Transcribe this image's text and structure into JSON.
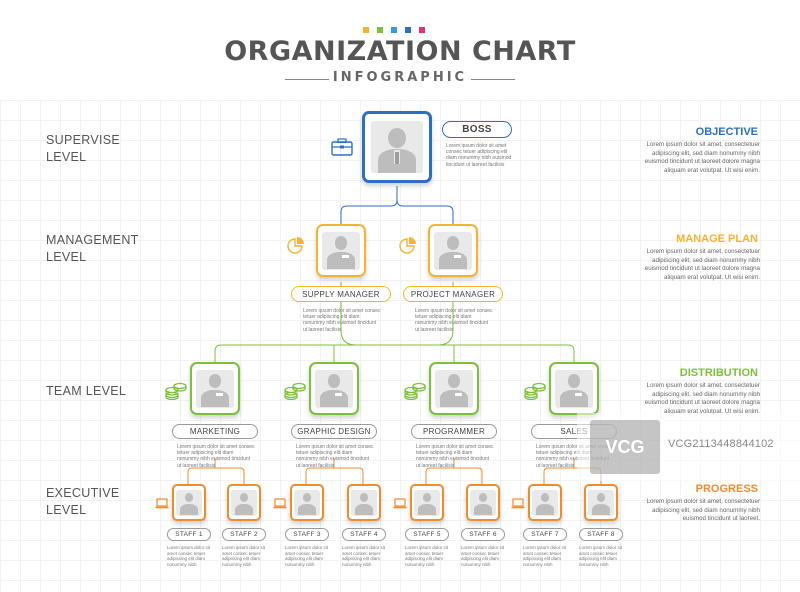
{
  "colors": {
    "blue": "#2f6fbf",
    "yellow": "#f3b531",
    "green": "#7cbf3c",
    "orange": "#ef8c2c",
    "dots": [
      "#f3b531",
      "#7cbf3c",
      "#2f9fd9",
      "#2f6fbf",
      "#e0337a"
    ]
  },
  "header": {
    "title": "ORGANIZATION CHART",
    "subtitle": "INFOGRAPHIC"
  },
  "levels": {
    "supervise": [
      "SUPERVISE",
      "LEVEL"
    ],
    "management": [
      "MANAGEMENT",
      "LEVEL"
    ],
    "team": "TEAM LEVEL",
    "executive": [
      "EXECUTIVE",
      "LEVEL"
    ]
  },
  "right_panel": {
    "objective": {
      "title": "OBJECTIVE",
      "text": "Lorem ipsum dolor sit amet, consectetuer adipiscing elit, sed diam nonummy nibh euismod tincidunt ut laoreet dolore magna aliquam erat volutpat. Ut wisi enim."
    },
    "manage_plan": {
      "title": "MANAGE PLAN",
      "text": "Lorem ipsum dolor sit amet, consectetuer adipiscing elit, sed diam nonummy nibh euismod tincidunt ut laoreet dolore magna aliquam erat volutpat. Ut wisi enim."
    },
    "distribution": {
      "title": "DISTRIBUTION",
      "text": "Lorem ipsum dolor sit amet, consectetuer adipiscing elit, sed diam nonummy nibh euismod tincidunt ut laoreet dolore magna aliquam erat volutpat. Ut wisi enim."
    },
    "progress": {
      "title": "PROGRESS",
      "text": "Lorem ipsum dolor sit amet, consectetuer adipiscing elit, sed diam nonummy nibh euismod tincidunt ut laoreet."
    }
  },
  "boss": {
    "label": "BOSS",
    "text": "Lorem ipsum dolor sit amet consec tetuer adipiscing elit diam nonummy nibh euismod tincidunt ut laoreet facilisis"
  },
  "managers": [
    {
      "label": "SUPPLY MANAGER",
      "text": "Lorem ipsum dolor sit amet consec tetuer adipiscing elit diam nonummy nibh euismod tincidunt ut laoreet facilisis"
    },
    {
      "label": "PROJECT MANAGER",
      "text": "Lorem ipsum dolor sit amet consec tetuer adipiscing elit diam nonummy nibh euismod tincidunt ut laoreet facilisis"
    }
  ],
  "teams": [
    {
      "label": "MARKETING",
      "text": "Lorem ipsum dolor sit amet consec tetuer adipiscing elit diam nonummy nibh euismod tincidunt ut laoreet facilisis"
    },
    {
      "label": "GRAPHIC DESIGN",
      "text": "Lorem ipsum dolor sit amet consec tetuer adipiscing elit diam nonummy nibh euismod tincidunt ut laoreet facilisis"
    },
    {
      "label": "PROGRAMMER",
      "text": "Lorem ipsum dolor sit amet consec tetuer adipiscing elit diam nonummy nibh euismod tincidunt ut laoreet facilisis"
    },
    {
      "label": "SALES",
      "text": "Lorem ipsum dolor sit amet consec tetuer adipiscing elit diam nonummy nibh euismod tincidunt ut laoreet facilisis"
    }
  ],
  "staff": [
    {
      "label": "STAFF 1",
      "text": "Lorem ipsum dolor sit amet consec tetuer adipiscing elit diam nonummy nibh"
    },
    {
      "label": "STAFF 2",
      "text": "Lorem ipsum dolor sit amet consec tetuer adipiscing elit diam nonummy nibh"
    },
    {
      "label": "STAFF 3",
      "text": "Lorem ipsum dolor sit amet consec tetuer adipiscing elit diam nonummy nibh"
    },
    {
      "label": "STAFF 4",
      "text": "Lorem ipsum dolor sit amet consec tetuer adipiscing elit diam nonummy nibh"
    },
    {
      "label": "STAFF 5",
      "text": "Lorem ipsum dolor sit amet consec tetuer adipiscing elit diam nonummy nibh"
    },
    {
      "label": "STAFF 6",
      "text": "Lorem ipsum dolor sit amet consec tetuer adipiscing elit diam nonummy nibh"
    },
    {
      "label": "STAFF 7",
      "text": "Lorem ipsum dolor sit amet consec tetuer adipiscing elit diam nonummy nibh"
    },
    {
      "label": "STAFF 8",
      "text": "Lorem ipsum dolor sit amet consec tetuer adipiscing elit diam nonummy nibh"
    }
  ],
  "watermark": {
    "logo": "VCG",
    "text": "VCG2113448844102"
  }
}
